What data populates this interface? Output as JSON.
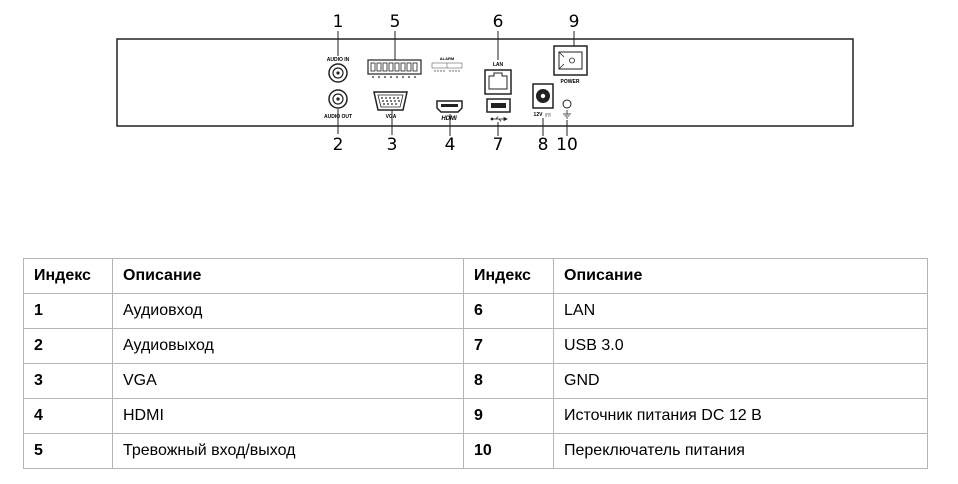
{
  "diagram": {
    "callouts": [
      "1",
      "2",
      "3",
      "4",
      "5",
      "6",
      "7",
      "8",
      "9",
      "10"
    ],
    "panel_labels": {
      "audio_in": "AUDIO IN",
      "audio_out": "AUDIO OUT",
      "vga": "VGA",
      "hdmi": "HDMI",
      "alarm": "ALARM",
      "lan": "LAN",
      "power": "POWER",
      "dc": "12V"
    }
  },
  "table": {
    "headers": [
      "Индекс",
      "Описание",
      "Индекс",
      "Описание"
    ],
    "rows": [
      [
        "1",
        "Аудиовход",
        "6",
        "LAN"
      ],
      [
        "2",
        "Аудиовыход",
        "7",
        "USB 3.0"
      ],
      [
        "3",
        "VGA",
        "8",
        "GND"
      ],
      [
        "4",
        "HDMI",
        "9",
        "Источник питания DC 12 В"
      ],
      [
        "5",
        "Тревожный вход/выход",
        "10",
        "Переключатель питания"
      ]
    ]
  }
}
